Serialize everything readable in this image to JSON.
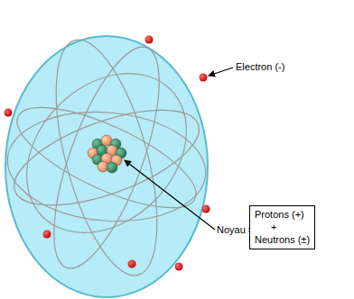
{
  "diagram": {
    "nodes": [
      {
        "text": [
          "Protons (+)",
          "+",
          "Neutrons (±)"
        ]
      }
    ],
    "labels": [
      "Electron (-)",
      "Noyau ="
    ]
  }
}
